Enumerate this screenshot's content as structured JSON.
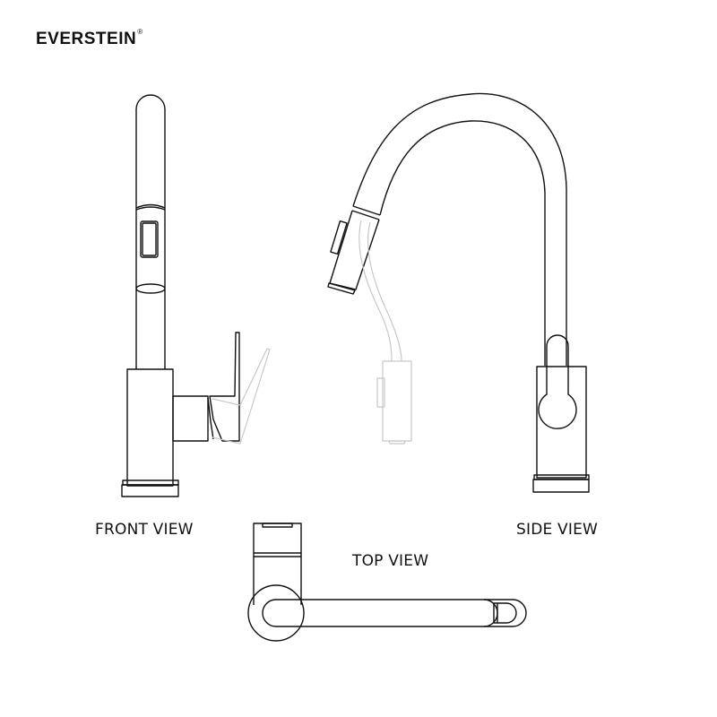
{
  "brand": {
    "name": "EVERSTEIN",
    "registered_mark": "®"
  },
  "views": {
    "front": {
      "label": "FRONT VIEW"
    },
    "side": {
      "label": "SIDE VIEW"
    },
    "top": {
      "label": "TOP VIEW"
    }
  },
  "colors": {
    "line": "#111111",
    "ghost_line": "#c8c8c8",
    "background": "#ffffff"
  }
}
